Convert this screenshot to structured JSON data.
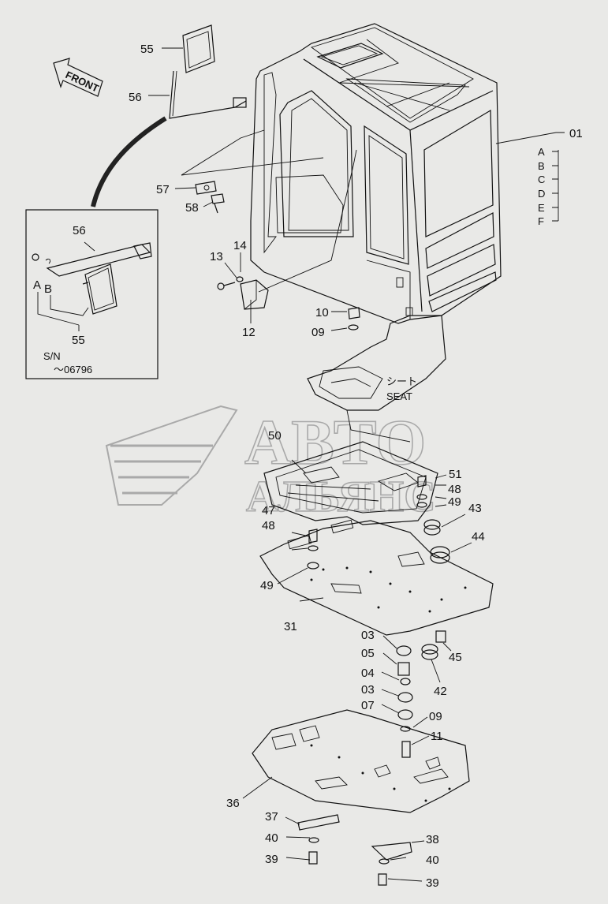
{
  "front_label": "FRONT",
  "inset": {
    "sn_label": "S/N",
    "sn_range": "～06796"
  },
  "seat": {
    "jp": "シート",
    "en": "SEAT"
  },
  "watermark": {
    "line1": "АВТО",
    "line2": "АЛЬЯНС"
  },
  "variants": [
    "A",
    "B",
    "C",
    "D",
    "E",
    "F"
  ],
  "callouts": [
    "55",
    "56",
    "57",
    "58",
    "56",
    "55",
    "A",
    "B",
    "13",
    "14",
    "12",
    "10",
    "09",
    "01",
    "50",
    "51",
    "48",
    "49",
    "43",
    "44",
    "47",
    "48",
    "49",
    "31",
    "03",
    "05",
    "04",
    "03",
    "07",
    "09",
    "11",
    "42",
    "45",
    "36",
    "37",
    "40",
    "39",
    "38",
    "40",
    "39"
  ]
}
